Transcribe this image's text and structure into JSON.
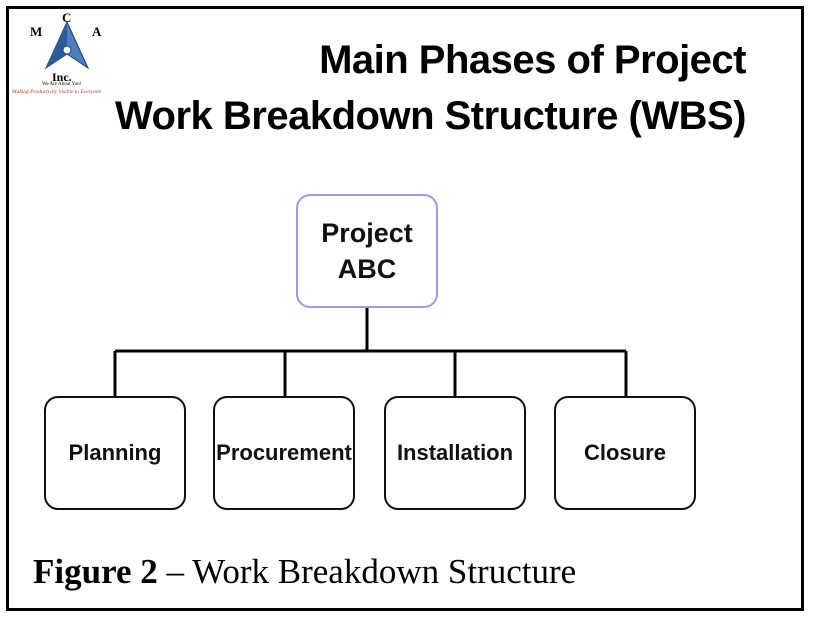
{
  "logo": {
    "letter_m": "M",
    "letter_c": "C",
    "letter_a": "A",
    "inc": "Inc.",
    "tagline": "We Are About You!",
    "slogan": "Making Productivity Visible to Everyone",
    "colors": {
      "triangle": "#4a7fc0",
      "slogan": "#c0392b"
    }
  },
  "title": {
    "line1": "Main Phases of Project",
    "line2": "Work Breakdown Structure (WBS)"
  },
  "wbs": {
    "root": {
      "line1": "Project",
      "line2": "ABC",
      "border_color": "#9a9aee"
    },
    "children": [
      {
        "label": "Planning"
      },
      {
        "label": "Procurement"
      },
      {
        "label": "Installation"
      },
      {
        "label": "Closure"
      }
    ]
  },
  "caption": {
    "figure": "Figure 2",
    "text": " – Work Breakdown Structure"
  }
}
